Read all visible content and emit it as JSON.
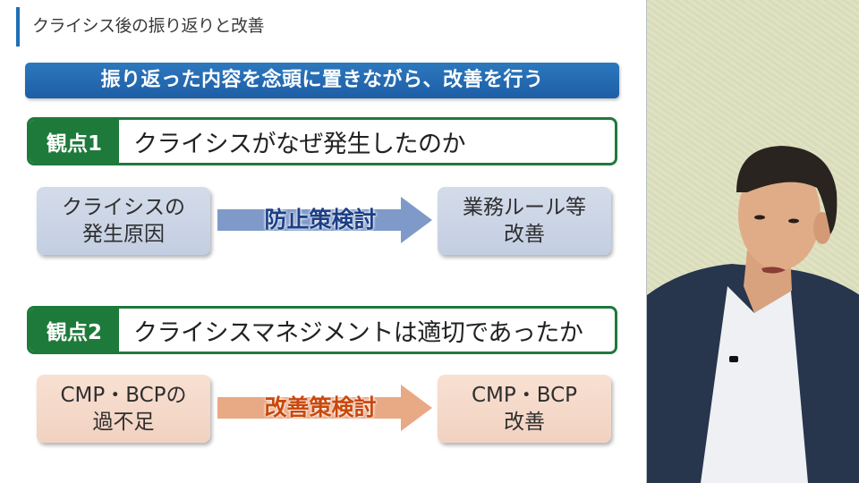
{
  "slide": {
    "title": "クライシス後の振り返りと改善",
    "banner": "振り返った内容を念頭に置きながら、改善を行う",
    "viewpoints": [
      {
        "label": "観点1",
        "text": "クライシスがなぜ発生したのか",
        "flow": {
          "from": [
            "クライシスの",
            "発生原因"
          ],
          "action": "防止策検討",
          "to": [
            "業務ルール等",
            "改善"
          ]
        }
      },
      {
        "label": "観点2",
        "text": "クライシスマネジメントは適切であったか",
        "flow": {
          "from": [
            "CMP・BCPの",
            "過不足"
          ],
          "action": "改善策検討",
          "to": [
            "CMP・BCP",
            "改善"
          ]
        }
      }
    ]
  },
  "colors": {
    "title_accent": "#1f6fb4",
    "banner": "#2369b0",
    "viewpoint_green": "#1e7a3a",
    "flow1_box": "#c9d3e5",
    "flow1_arrow": "#7f9ac9",
    "flow1_text": "#1c3f86",
    "flow2_box": "#f4d8c8",
    "flow2_arrow": "#e8a985",
    "flow2_text": "#c9480c"
  },
  "video": {
    "subject": "speaker-video"
  }
}
